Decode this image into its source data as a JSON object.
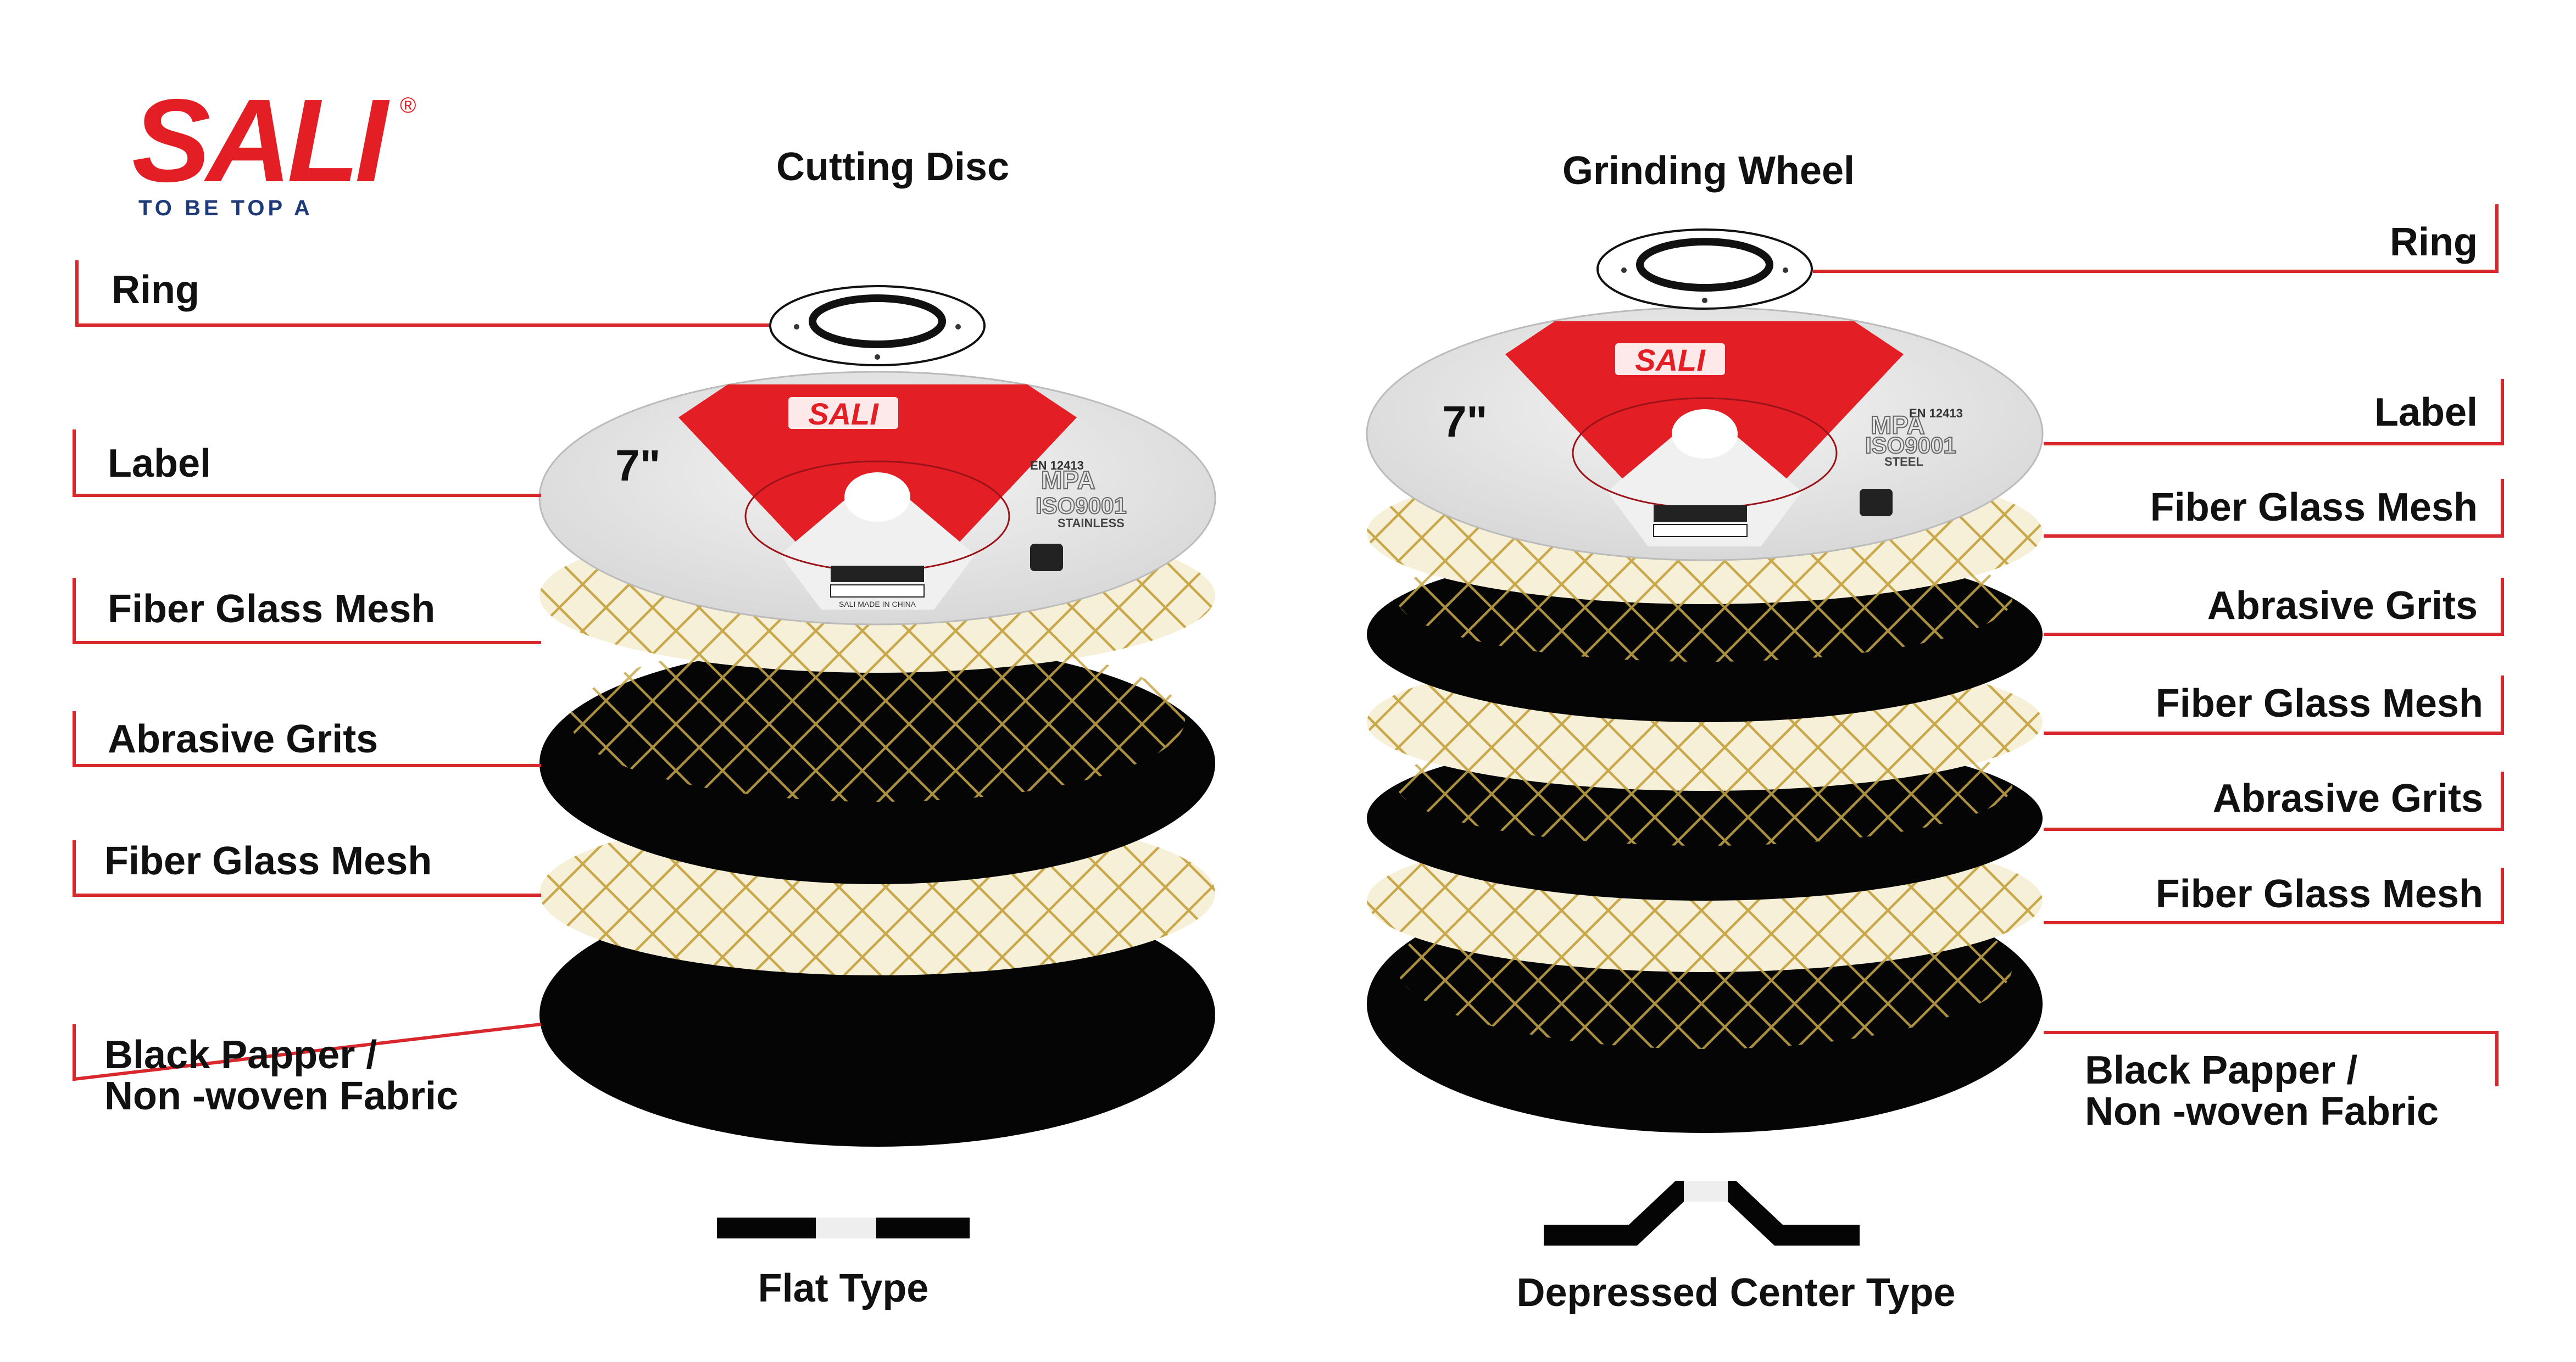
{
  "brand": {
    "name": "SALI",
    "tagline": "TO BE TOP A",
    "registered": "®",
    "color": "#e31e24"
  },
  "columns": {
    "left": {
      "title": "Cutting Disc",
      "type_label": "Flat Type",
      "layers": [
        "Ring",
        "Label",
        "Fiber Glass Mesh",
        "Abrasive Grits",
        "Fiber Glass Mesh",
        "Black Papper /",
        "Non -woven Fabric"
      ]
    },
    "right": {
      "title": "Grinding Wheel",
      "type_label": "Depressed Center Type",
      "layers": [
        "Ring",
        "Label",
        "Fiber Glass Mesh",
        "Abrasive Grits",
        "Fiber Glass Mesh",
        "Abrasive Grits",
        "Fiber Glass Mesh",
        "Black Papper /",
        "Non -woven Fabric"
      ]
    }
  },
  "disc_label": {
    "size": "7\"",
    "standard": "EN 12413",
    "mpa": "MPA",
    "iso": "ISO9001",
    "material": "STAINLESS",
    "material2": "STEEL",
    "made_in": "SALI MADE IN CHINA"
  },
  "colors": {
    "leader_line": "#d9272e",
    "disc_black": "#050505",
    "mesh_gold": "#c8a84b",
    "label_red": "#e31e24",
    "label_gray": "#e9e9e9"
  }
}
